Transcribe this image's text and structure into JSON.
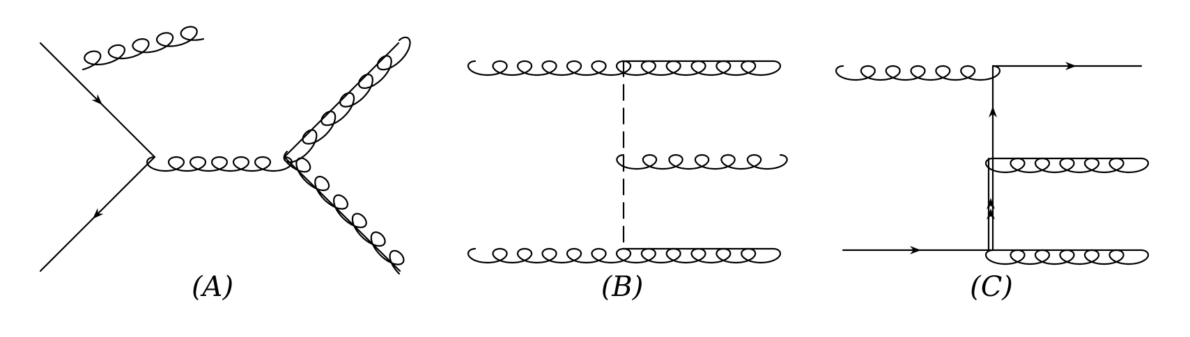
{
  "diagrams": [
    {
      "id": "A",
      "label": "(A)"
    },
    {
      "id": "B",
      "label": "(B)"
    },
    {
      "id": "C",
      "label": "(C)"
    }
  ],
  "colors": {
    "ink": "#000000",
    "background": "#ffffff"
  }
}
